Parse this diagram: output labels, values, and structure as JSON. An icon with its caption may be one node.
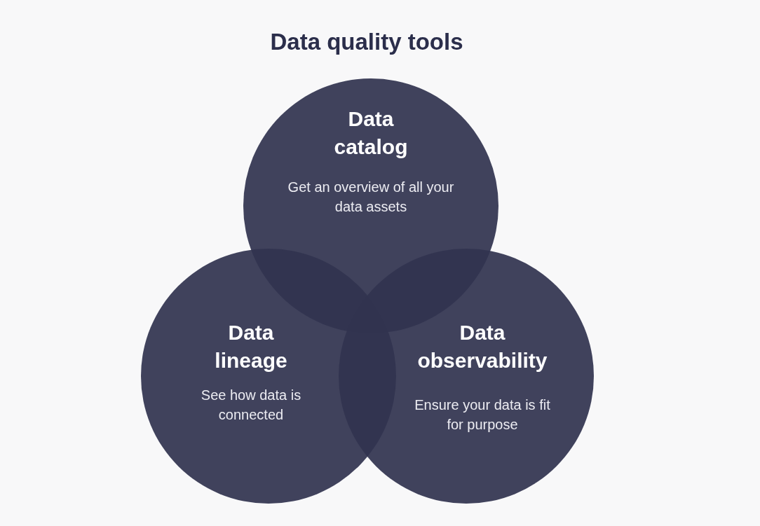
{
  "diagram": {
    "title": "Data quality tools",
    "nodes": [
      {
        "text": [
          "Data catalog",
          "Get an overview of all your data assets"
        ]
      },
      {
        "text": [
          "Data lineage",
          "See how data is connected"
        ]
      },
      {
        "text": [
          "Data observability",
          "Ensure your data is fit for purpose"
        ]
      }
    ]
  }
}
